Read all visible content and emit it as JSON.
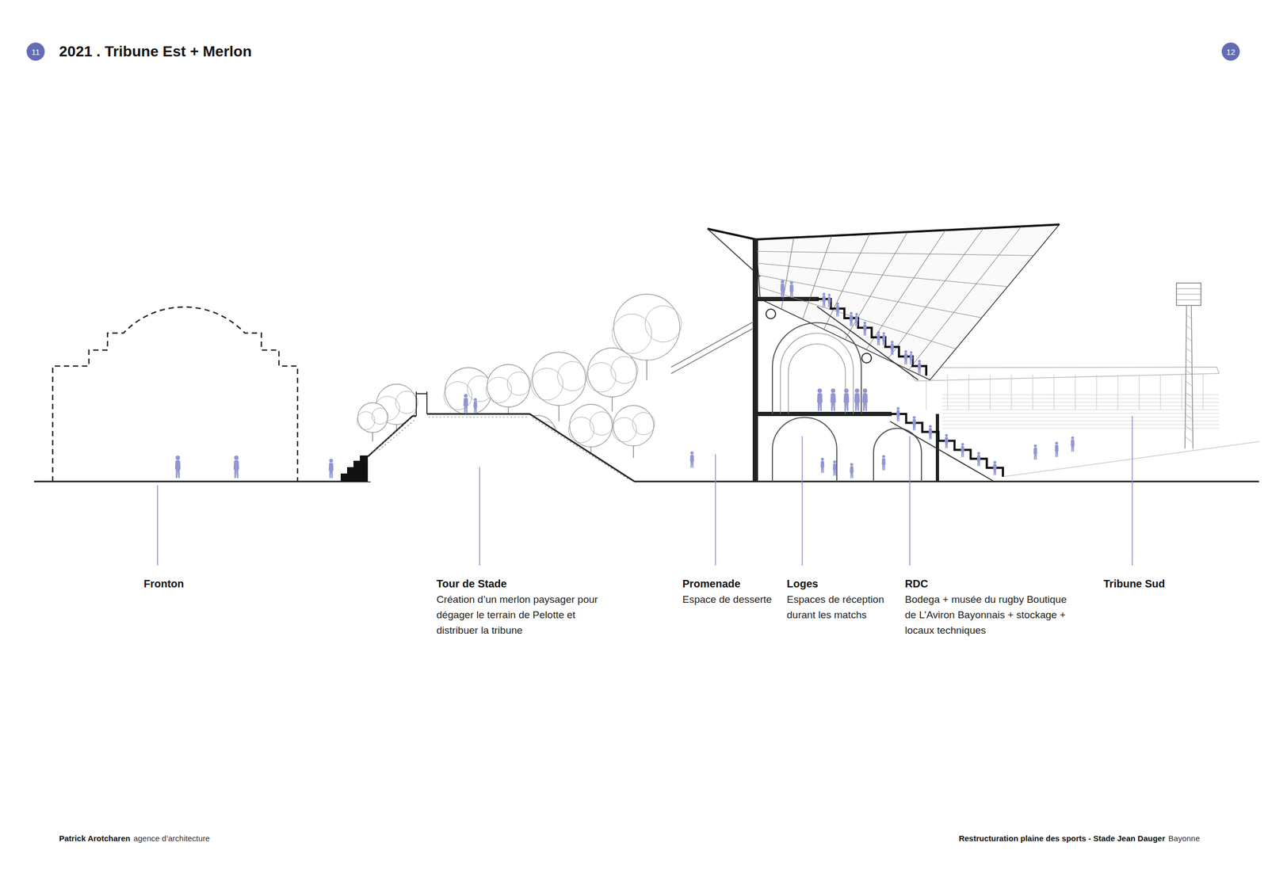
{
  "diagram": {
    "title": "2021 . Tribune Est + Merlon",
    "nodes": [
      {
        "text": [
          "11"
        ]
      },
      {
        "text": [
          "12"
        ]
      }
    ],
    "labels": [
      "Fronton",
      "Tour de Stade",
      "Création d’un merlon paysager pour dégager le terrain de Pelotte et distribuer la tribune",
      "Promenade",
      "Espace de desserte",
      "Loges",
      "Espaces de réception durant les matchs",
      "RDC",
      "Bodega + musée du rugby Boutique de L’Aviron Bayonnais + stockage + locaux techniques",
      "Tribune Sud",
      "Patrick Arotcharen",
      "agence d’architecture",
      "Restructuration plaine des sports - Stade Jean Dauger",
      "Bayonne"
    ]
  }
}
